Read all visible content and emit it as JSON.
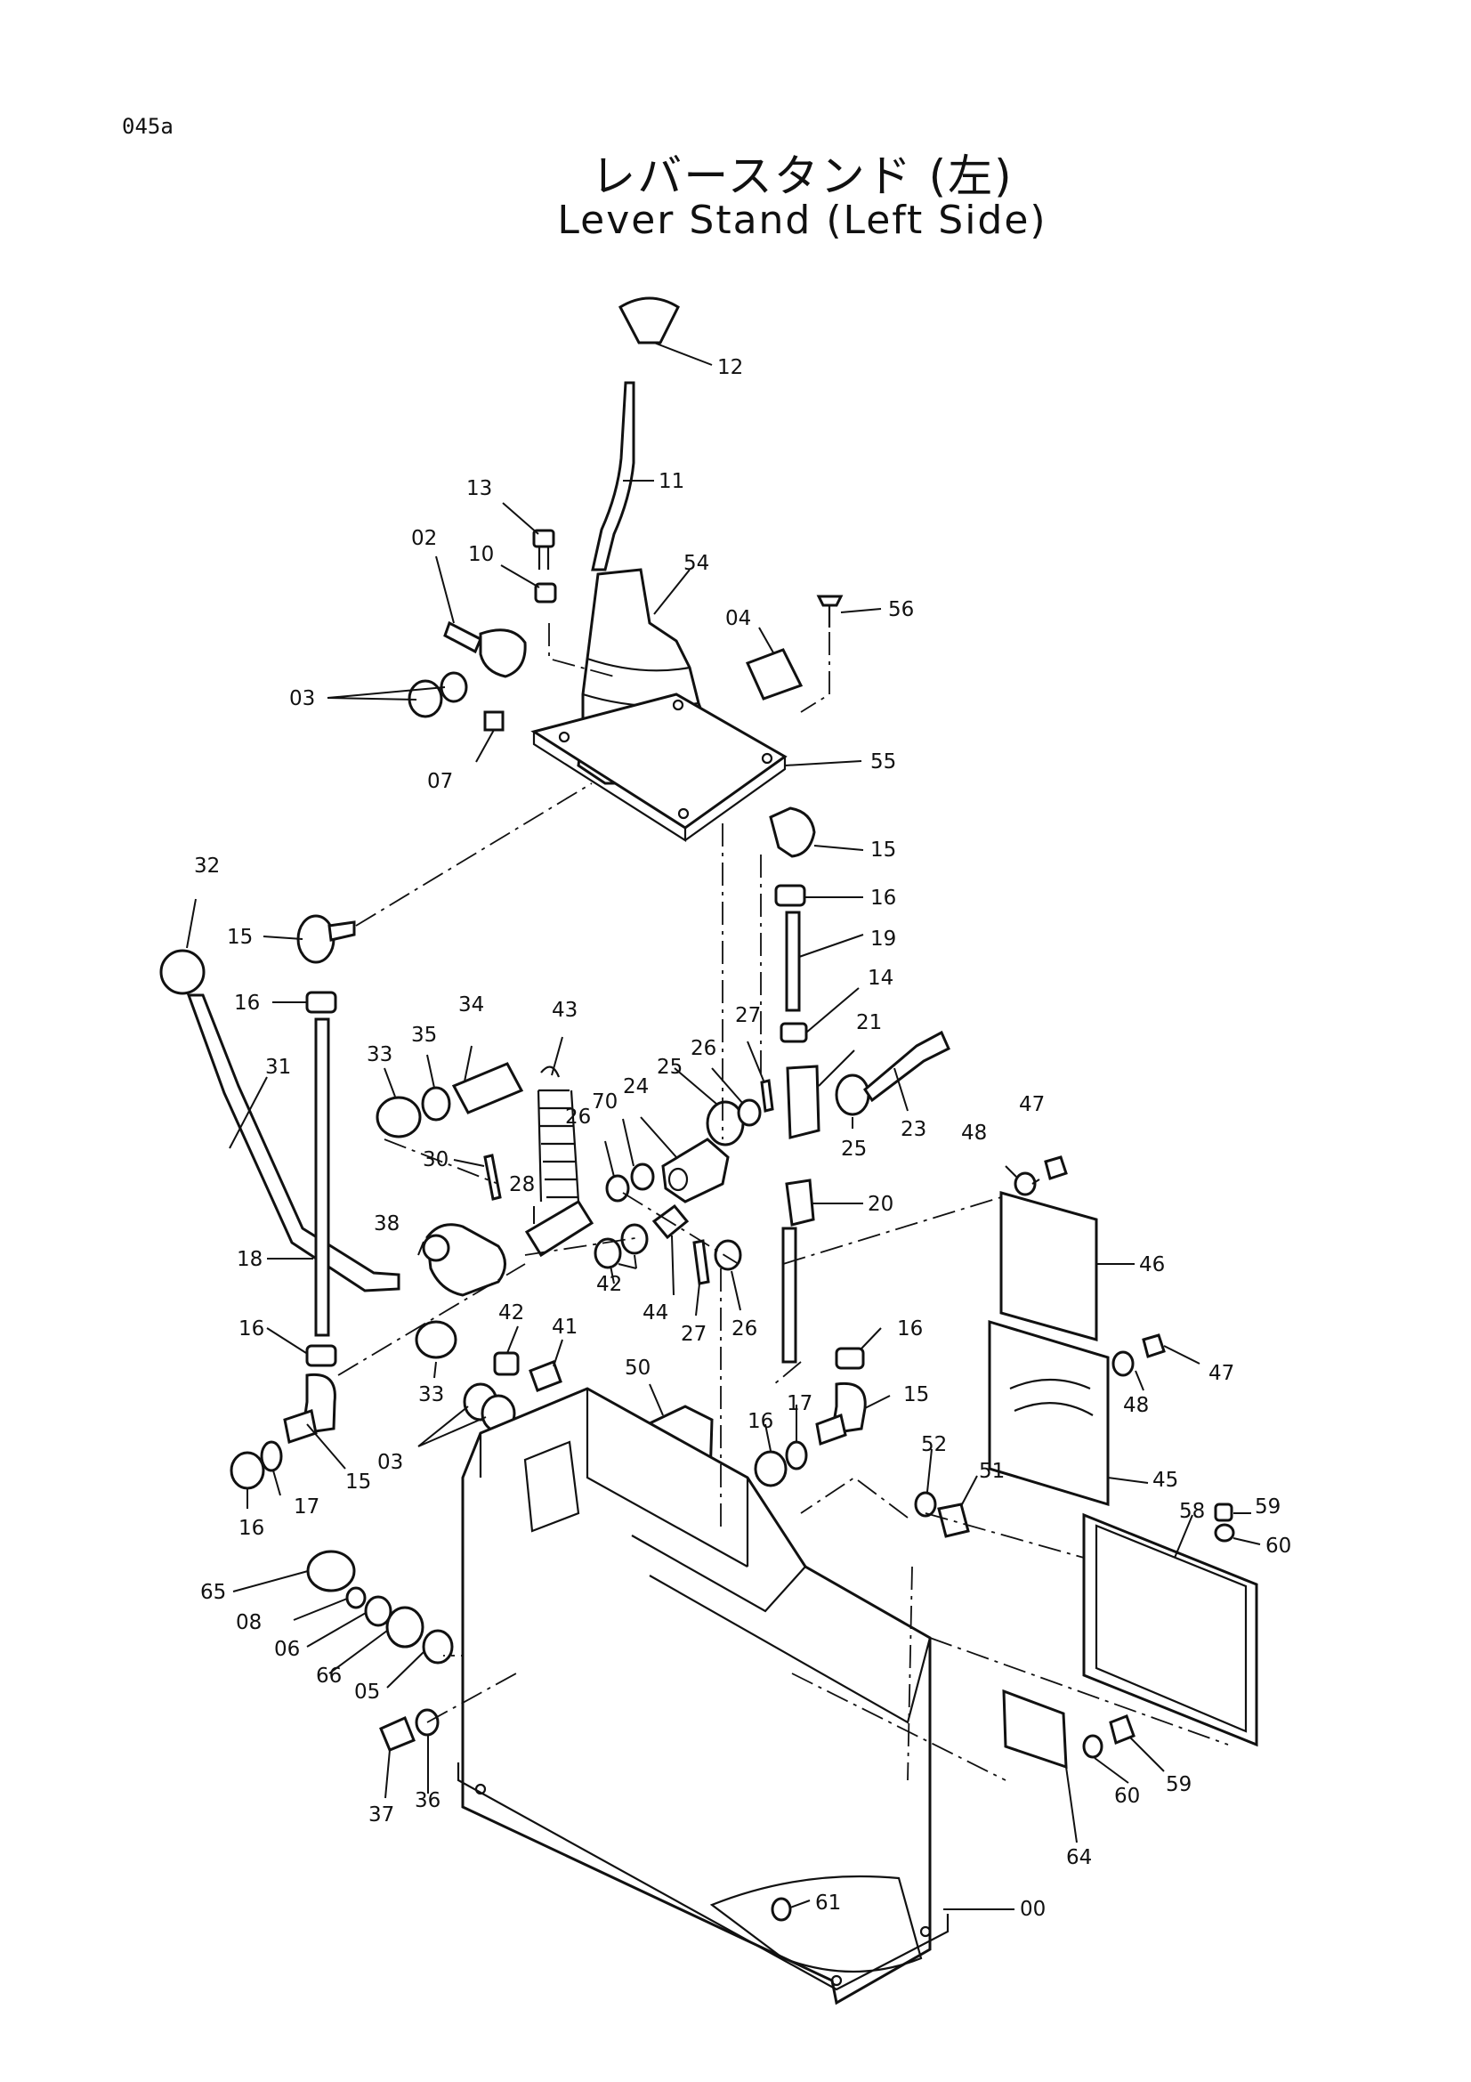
{
  "page_code": "045a",
  "title_jp": "レバースタンド (左)",
  "title_en": "Lever Stand (Left Side)",
  "callouts": [
    {
      "id": "c12",
      "text": "12"
    },
    {
      "id": "c11",
      "text": "11"
    },
    {
      "id": "c13",
      "text": "13"
    },
    {
      "id": "c02",
      "text": "02"
    },
    {
      "id": "c10",
      "text": "10"
    },
    {
      "id": "c54",
      "text": "54"
    },
    {
      "id": "c04",
      "text": "04"
    },
    {
      "id": "c56",
      "text": "56"
    },
    {
      "id": "c03a",
      "text": "03"
    },
    {
      "id": "c07",
      "text": "07"
    },
    {
      "id": "c55",
      "text": "55"
    },
    {
      "id": "c32",
      "text": "32"
    },
    {
      "id": "c15a",
      "text": "15"
    },
    {
      "id": "c15b",
      "text": "15"
    },
    {
      "id": "c16a",
      "text": "16"
    },
    {
      "id": "c16b",
      "text": "16"
    },
    {
      "id": "c19",
      "text": "19"
    },
    {
      "id": "c14",
      "text": "14"
    },
    {
      "id": "c21",
      "text": "21"
    },
    {
      "id": "c31",
      "text": "31"
    },
    {
      "id": "c34",
      "text": "34"
    },
    {
      "id": "c43",
      "text": "43"
    },
    {
      "id": "c33a",
      "text": "33"
    },
    {
      "id": "c35",
      "text": "35"
    },
    {
      "id": "c27a",
      "text": "27"
    },
    {
      "id": "c26a",
      "text": "26"
    },
    {
      "id": "c25a",
      "text": "25"
    },
    {
      "id": "c24",
      "text": "24"
    },
    {
      "id": "c70",
      "text": "70"
    },
    {
      "id": "c26b",
      "text": "26"
    },
    {
      "id": "c23",
      "text": "23"
    },
    {
      "id": "c25b",
      "text": "25"
    },
    {
      "id": "c47a",
      "text": "47"
    },
    {
      "id": "c48a",
      "text": "48"
    },
    {
      "id": "c30",
      "text": "30"
    },
    {
      "id": "c28",
      "text": "28"
    },
    {
      "id": "c20",
      "text": "20"
    },
    {
      "id": "c38",
      "text": "38"
    },
    {
      "id": "c18",
      "text": "18"
    },
    {
      "id": "c46",
      "text": "46"
    },
    {
      "id": "c42a",
      "text": "42"
    },
    {
      "id": "c44",
      "text": "44"
    },
    {
      "id": "c27b",
      "text": "27"
    },
    {
      "id": "c26c",
      "text": "26"
    },
    {
      "id": "c16c",
      "text": "16"
    },
    {
      "id": "c42b",
      "text": "42"
    },
    {
      "id": "c41",
      "text": "41"
    },
    {
      "id": "c16d",
      "text": "16"
    },
    {
      "id": "c47b",
      "text": "47"
    },
    {
      "id": "c33b",
      "text": "33"
    },
    {
      "id": "c50",
      "text": "50"
    },
    {
      "id": "c48b",
      "text": "48"
    },
    {
      "id": "c16e",
      "text": "16"
    },
    {
      "id": "c17a",
      "text": "17"
    },
    {
      "id": "c15c",
      "text": "15"
    },
    {
      "id": "c03b",
      "text": "03"
    },
    {
      "id": "c15d",
      "text": "15"
    },
    {
      "id": "c16f",
      "text": "16"
    },
    {
      "id": "c17b",
      "text": "17"
    },
    {
      "id": "c52",
      "text": "52"
    },
    {
      "id": "c51",
      "text": "51"
    },
    {
      "id": "c45",
      "text": "45"
    },
    {
      "id": "c58",
      "text": "58"
    },
    {
      "id": "c59a",
      "text": "59"
    },
    {
      "id": "c60a",
      "text": "60"
    },
    {
      "id": "c65",
      "text": "65"
    },
    {
      "id": "c08",
      "text": "08"
    },
    {
      "id": "c06",
      "text": "06"
    },
    {
      "id": "c66",
      "text": "66"
    },
    {
      "id": "c05",
      "text": "05"
    },
    {
      "id": "c37",
      "text": "37"
    },
    {
      "id": "c36",
      "text": "36"
    },
    {
      "id": "c59b",
      "text": "59"
    },
    {
      "id": "c60b",
      "text": "60"
    },
    {
      "id": "c64",
      "text": "64"
    },
    {
      "id": "c61",
      "text": "61"
    },
    {
      "id": "c00",
      "text": "00"
    }
  ]
}
